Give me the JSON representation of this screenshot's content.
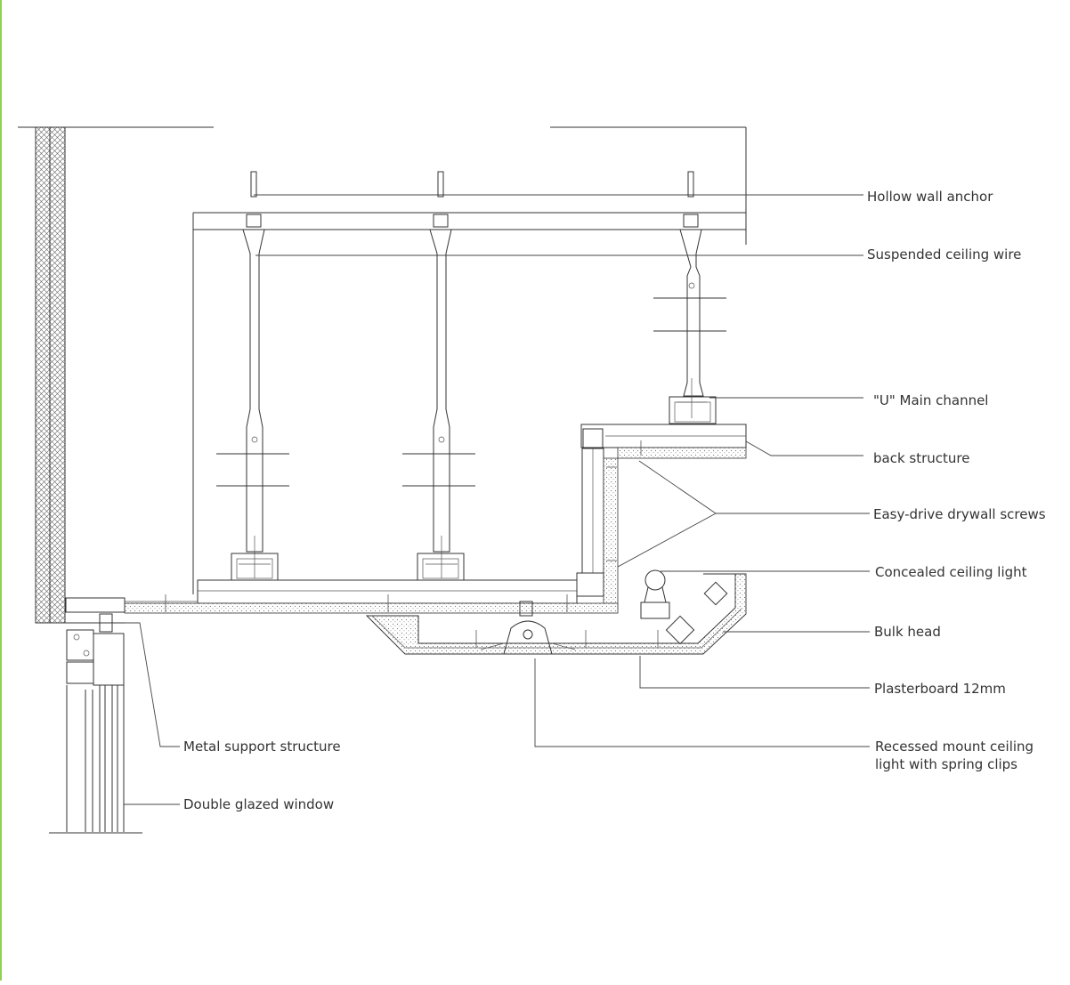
{
  "colors": {
    "border_accent": "#8fd14f",
    "line": "#333333",
    "label": "#333333"
  },
  "labels": {
    "hollow_wall_anchor": "Hollow wall anchor",
    "suspended_ceiling_wire": "Suspended ceiling wire",
    "u_main_channel": "\"U\" Main channel",
    "back_structure": "back structure",
    "easy_drive_screws": "Easy-drive drywall screws",
    "concealed_ceiling_light": "Concealed ceiling light",
    "bulk_head": "Bulk head",
    "plasterboard": "Plasterboard 12mm",
    "recessed_light_line1": "Recessed mount ceiling",
    "recessed_light_line2": "light with spring clips",
    "metal_support": "Metal support structure",
    "double_glazed": "Double glazed window"
  }
}
